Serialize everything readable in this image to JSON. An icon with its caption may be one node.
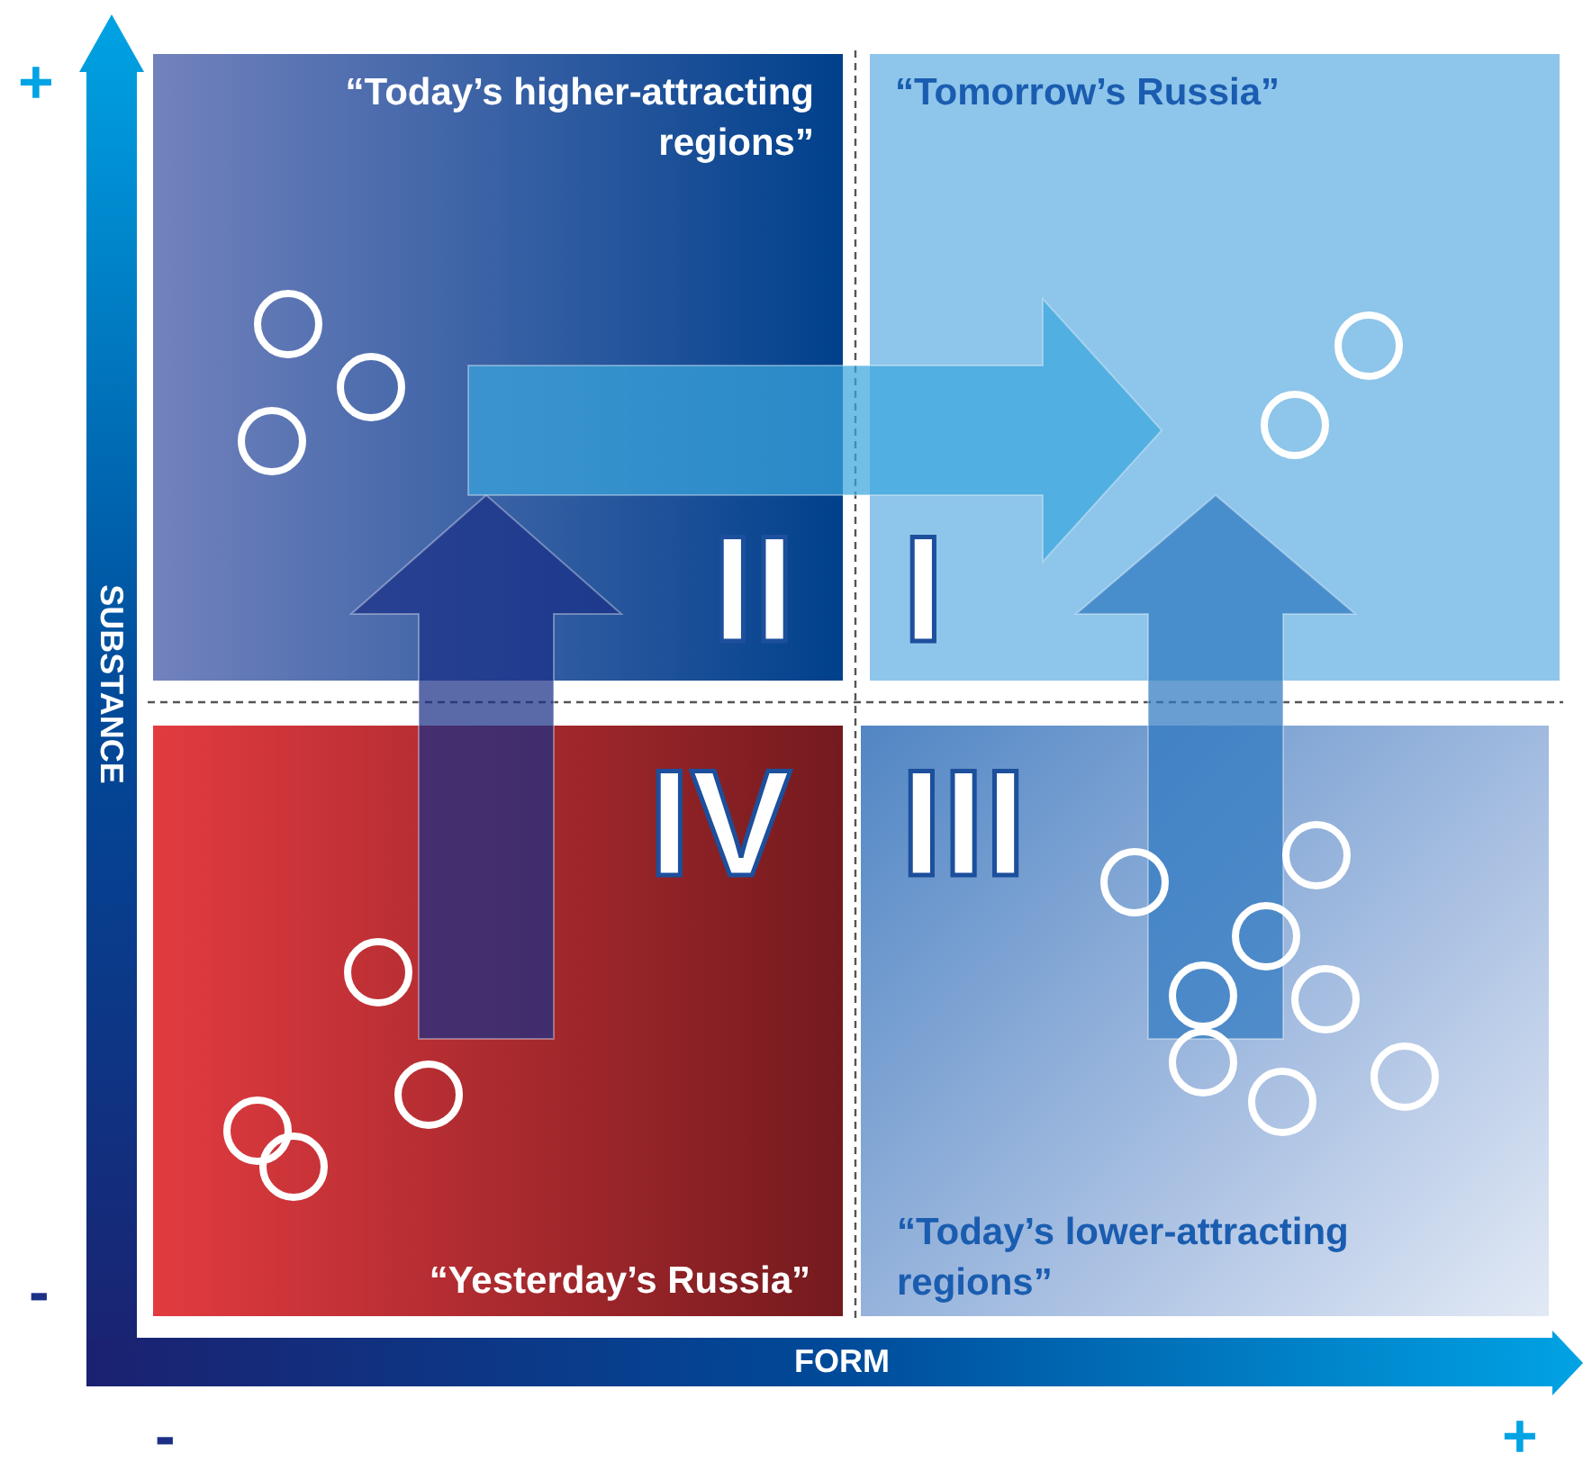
{
  "diagram": {
    "nodes": [
      {
        "text": [
          "“Today’s higher-attracting regions”",
          "II"
        ]
      },
      {
        "text": [
          "“Tomorrow’s Russia”",
          "I"
        ]
      },
      {
        "text": [
          "IV",
          "“Yesterday’s Russia”"
        ]
      },
      {
        "text": [
          "III",
          "“Today’s lower-attracting regions”"
        ]
      },
      {
        "text": [],
        "shape": "circle",
        "in": 0
      },
      {
        "text": [],
        "shape": "circle",
        "in": 0
      },
      {
        "text": [],
        "shape": "circle",
        "in": 0
      },
      {
        "text": [],
        "shape": "circle",
        "in": 1
      },
      {
        "text": [],
        "shape": "circle",
        "in": 1
      },
      {
        "text": [],
        "shape": "circle",
        "in": 2
      },
      {
        "text": [],
        "shape": "circle",
        "in": 2
      },
      {
        "text": [],
        "shape": "circle",
        "in": 2
      },
      {
        "text": [],
        "shape": "circle",
        "in": 2
      },
      {
        "text": [],
        "shape": "circle",
        "in": 3
      },
      {
        "text": [],
        "shape": "circle",
        "in": 3
      },
      {
        "text": [],
        "shape": "circle",
        "in": 3
      },
      {
        "text": [],
        "shape": "circle",
        "in": 3
      },
      {
        "text": [],
        "shape": "circle",
        "in": 3
      },
      {
        "text": [],
        "shape": "circle",
        "in": 3
      },
      {
        "text": [],
        "shape": "circle",
        "in": 3
      },
      {
        "text": [],
        "shape": "circle",
        "in": 3
      }
    ],
    "edges": [
      {
        "from": 2,
        "to": 0,
        "arrow": "to",
        "color": "#1b2f86"
      },
      {
        "from": 0,
        "to": 1,
        "arrow": "to",
        "color": "#3aa6de"
      },
      {
        "from": 3,
        "to": 1,
        "arrow": "to",
        "color": "#2f78c0"
      }
    ],
    "labels": [
      "+",
      "SUBSTANCE",
      "-",
      "FORM",
      "-",
      "+"
    ]
  }
}
